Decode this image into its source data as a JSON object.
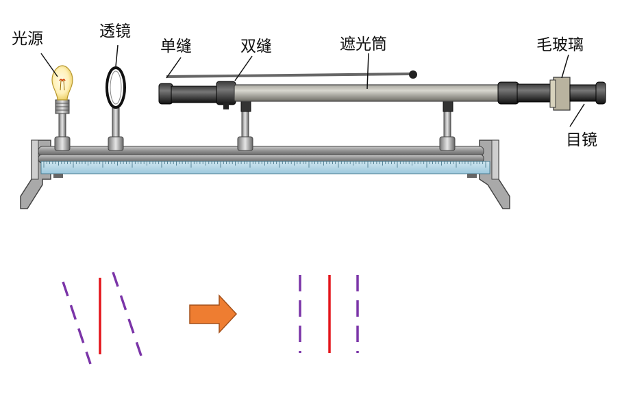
{
  "apparatus": {
    "labels": {
      "light_source": "光源",
      "lens": "透镜",
      "single_slit": "单缝",
      "double_slit": "双缝",
      "shade_tube": "遮光筒",
      "ground_glass": "毛玻璃",
      "eyepiece": "目镜"
    }
  },
  "fringes": {
    "before": {
      "state": "tilted",
      "dashed_line_color": "#7B35A8",
      "solid_line_color": "#E3151B"
    },
    "after": {
      "state": "vertical",
      "dashed_line_color": "#7B35A8",
      "solid_line_color": "#E3151B"
    },
    "arrow_color": "#EE7D31"
  }
}
